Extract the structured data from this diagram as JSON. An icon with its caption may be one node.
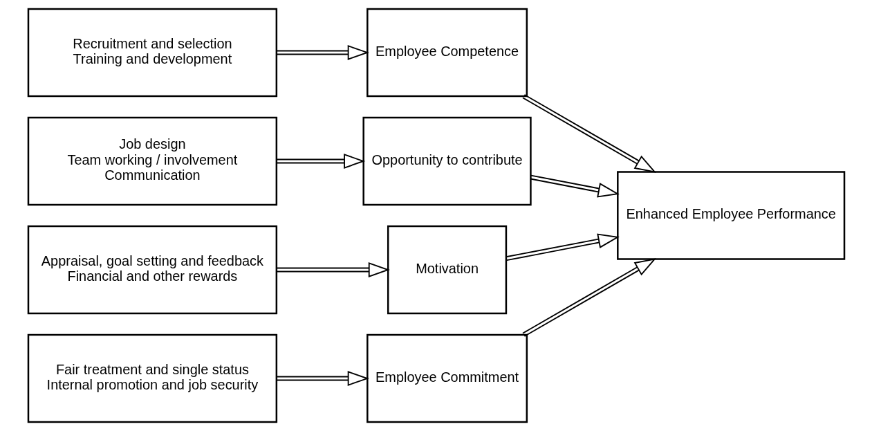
{
  "diagram": {
    "nodes": [
      {
        "text": [
          "Recruitment and selection",
          "Training and development"
        ]
      },
      {
        "text": [
          "Job design",
          "Team working / involvement",
          "Communication"
        ]
      },
      {
        "text": [
          "Appraisal, goal setting and feedback",
          "Financial and other rewards"
        ]
      },
      {
        "text": [
          "Fair treatment and single status",
          "Internal promotion and job security"
        ]
      },
      {
        "text": [
          "Employee Competence"
        ]
      },
      {
        "text": [
          "Opportunity to contribute"
        ]
      },
      {
        "text": [
          "Motivation"
        ]
      },
      {
        "text": [
          "Employee Commitment"
        ]
      },
      {
        "text": [
          "Enhanced Employee Performance"
        ]
      }
    ],
    "edges": [
      {
        "from": 0,
        "to": 4,
        "arrow": "to"
      },
      {
        "from": 1,
        "to": 5,
        "arrow": "to"
      },
      {
        "from": 2,
        "to": 6,
        "arrow": "to"
      },
      {
        "from": 3,
        "to": 7,
        "arrow": "to"
      },
      {
        "from": 4,
        "to": 8,
        "arrow": "to"
      },
      {
        "from": 5,
        "to": 8,
        "arrow": "to"
      },
      {
        "from": 6,
        "to": 8,
        "arrow": "to"
      },
      {
        "from": 7,
        "to": 8,
        "arrow": "to"
      }
    ]
  }
}
